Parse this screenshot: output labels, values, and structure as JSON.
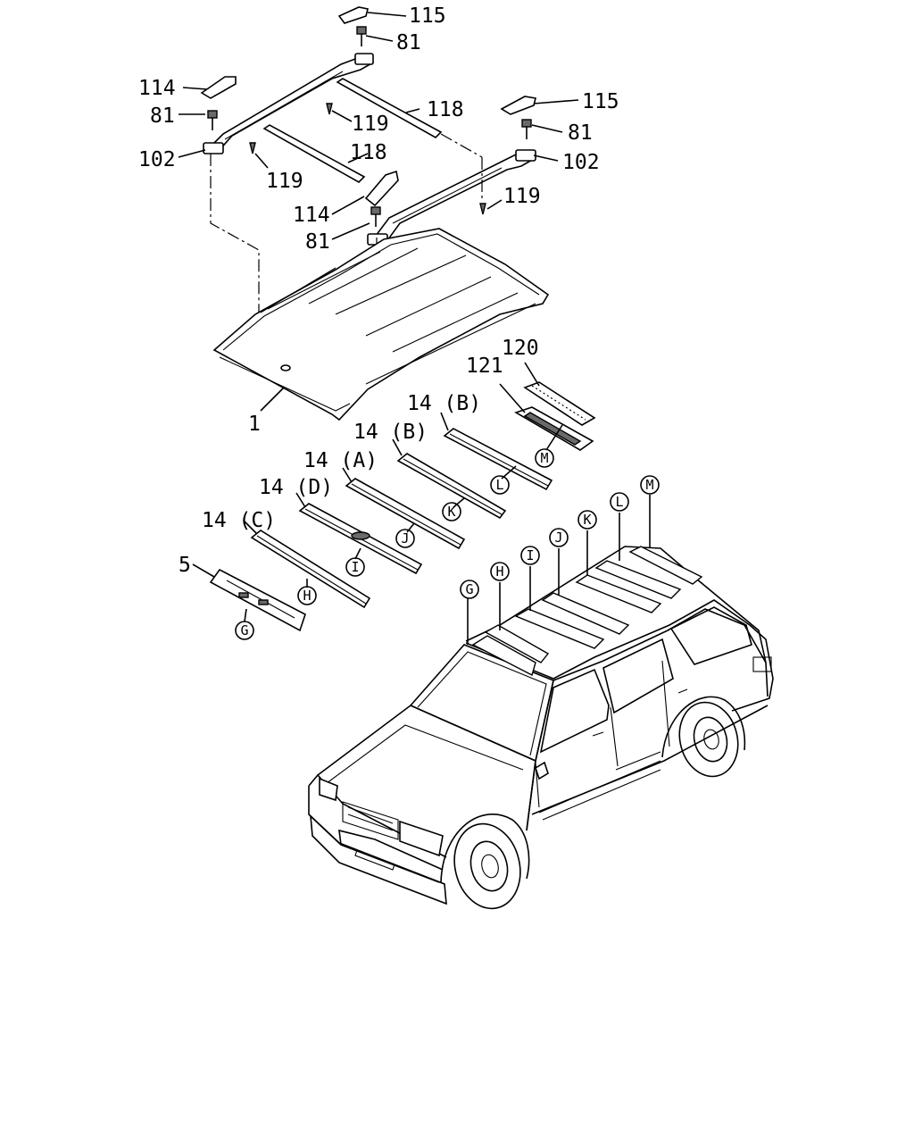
{
  "callouts": {
    "c115_top": "115",
    "c81_top": "81",
    "c114_left": "114",
    "c81_left": "81",
    "c102_left": "102",
    "c119_a": "119",
    "c118_a": "118",
    "c118_b": "118",
    "c119_b": "119",
    "c115_right": "115",
    "c81_right": "81",
    "c102_right": "102",
    "c119_right": "119",
    "c114_mid": "114",
    "c81_mid": "81",
    "c1": "1",
    "c120": "120",
    "c121": "121",
    "c14B_1": "14 (B)",
    "c14B_2": "14 (B)",
    "c14A": "14 (A)",
    "c14D": "14 (D)",
    "c14C": "14 (C)",
    "c5": "5"
  },
  "circle_labels": {
    "M_bow": "M",
    "L_bow": "L",
    "K_bow": "K",
    "J_bow": "J",
    "I_bow": "I",
    "H_bow": "H",
    "G_bow": "G",
    "G_car": "G",
    "H_car": "H",
    "I_car": "I",
    "J_car": "J",
    "K_car": "K",
    "L_car": "L",
    "M_car": "M"
  }
}
